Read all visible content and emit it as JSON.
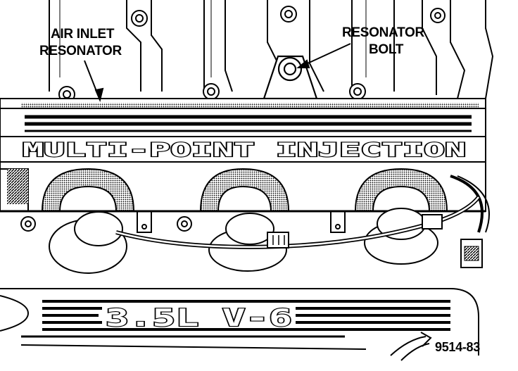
{
  "labels": {
    "air_inlet_resonator_line1": "AIR INLET",
    "air_inlet_resonator_line2": "RESONATOR",
    "resonator_bolt_line1": "RESONATOR",
    "resonator_bolt_line2": "BOLT",
    "figure_number": "9514-83"
  },
  "engine_markings": {
    "manifold_banner": "MULTI-POINT INJECTION",
    "cover_badge": "3.5L V-6"
  },
  "colors": {
    "ink": "#000000",
    "paper": "#ffffff",
    "shade": "#555555"
  }
}
